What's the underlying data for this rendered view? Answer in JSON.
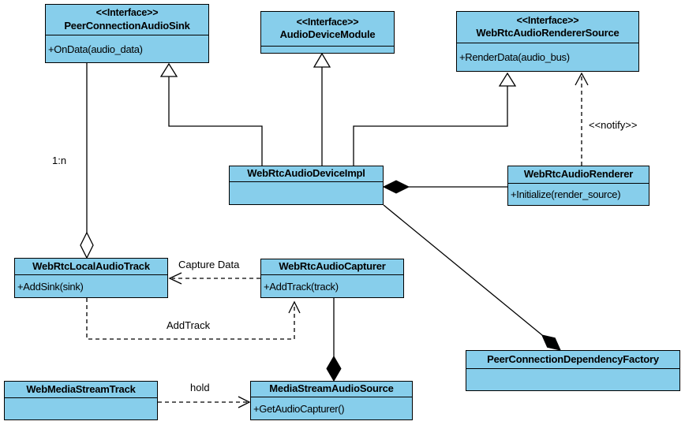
{
  "diagram": {
    "colors": {
      "class_fill": "#87CEEB",
      "border": "#000000",
      "line": "#000000",
      "background": "#FFFFFF"
    },
    "classes": {
      "peer_connection_audio_sink": {
        "stereotype": "<<Interface>>",
        "name": "PeerConnectionAudioSink",
        "methods": [
          "+OnData(audio_data)"
        ]
      },
      "audio_device_module": {
        "stereotype": "<<Interface>>",
        "name": "AudioDeviceModule",
        "methods": []
      },
      "web_rtc_audio_renderer_source": {
        "stereotype": "<<Interface>>",
        "name": "WebRtcAudioRendererSource",
        "methods": [
          "+RenderData(audio_bus)"
        ]
      },
      "web_rtc_audio_device_impl": {
        "name": "WebRtcAudioDeviceImpl",
        "methods": []
      },
      "web_rtc_audio_renderer": {
        "name": "WebRtcAudioRenderer",
        "methods": [
          "+Initialize(render_source)"
        ]
      },
      "web_rtc_local_audio_track": {
        "name": "WebRtcLocalAudioTrack",
        "methods": [
          "+AddSink(sink)"
        ]
      },
      "web_rtc_audio_capturer": {
        "name": "WebRtcAudioCapturer",
        "methods": [
          "+AddTrack(track)"
        ]
      },
      "peer_connection_dependency_factory": {
        "name": "PeerConnectionDependencyFactory",
        "methods": []
      },
      "web_media_stream_track": {
        "name": "WebMediaStreamTrack",
        "methods": []
      },
      "media_stream_audio_source": {
        "name": "MediaStreamAudioSource",
        "methods": [
          "+GetAudioCapturer()"
        ]
      }
    },
    "edge_labels": {
      "multiplicity": "1:n",
      "notify": "<<notify>>",
      "capture_data": "Capture Data",
      "add_track": "AddTrack",
      "hold": "hold"
    }
  }
}
